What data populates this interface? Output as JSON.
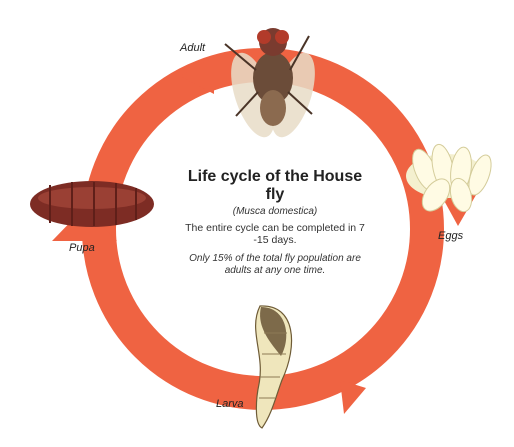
{
  "diagram": {
    "title": "Life cycle of the House fly",
    "scientific_name": "(Musca domestica)",
    "cycle_note": "The entire cycle can be completed in 7 -15 days.",
    "adult_note": "Only 15% of the total fly population are adults at any one time.",
    "stages": {
      "adult": "Adult",
      "eggs": "Eggs",
      "larva": "Larva",
      "pupa": "Pupa"
    },
    "colors": {
      "ring": "#ef6342",
      "ring_dark": "#d9452a"
    }
  }
}
